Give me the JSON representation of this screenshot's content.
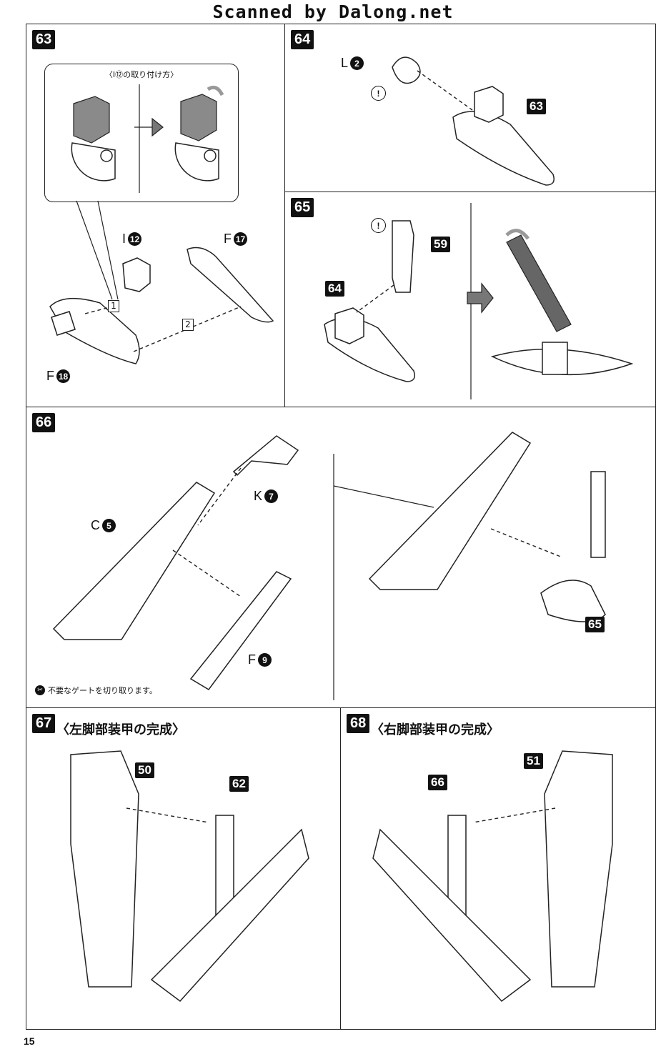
{
  "header": "Scanned by Dalong.net",
  "page_number": "15",
  "steps": {
    "s63": {
      "number": "63",
      "inset_title": "〈I⑫の取り付け方〉",
      "parts": [
        {
          "letter": "I",
          "num": "12"
        },
        {
          "letter": "F",
          "num": "17"
        },
        {
          "letter": "F",
          "num": "18"
        }
      ],
      "seq": [
        "1",
        "2"
      ]
    },
    "s64": {
      "number": "64",
      "parts": [
        {
          "letter": "L",
          "num": "2"
        }
      ],
      "ref": "63",
      "caution": "!"
    },
    "s65": {
      "number": "65",
      "refs": [
        "59",
        "64"
      ],
      "caution": "!"
    },
    "s66": {
      "number": "66",
      "parts": [
        {
          "letter": "K",
          "num": "7"
        },
        {
          "letter": "C",
          "num": "5"
        },
        {
          "letter": "F",
          "num": "9"
        }
      ],
      "ref": "65",
      "note": "不要なゲートを切り取ります。"
    },
    "s67": {
      "number": "67",
      "title": "〈左脚部装甲の完成〉",
      "refs": [
        "50",
        "62"
      ]
    },
    "s68": {
      "number": "68",
      "title": "〈右脚部装甲の完成〉",
      "refs": [
        "51",
        "66"
      ]
    }
  }
}
